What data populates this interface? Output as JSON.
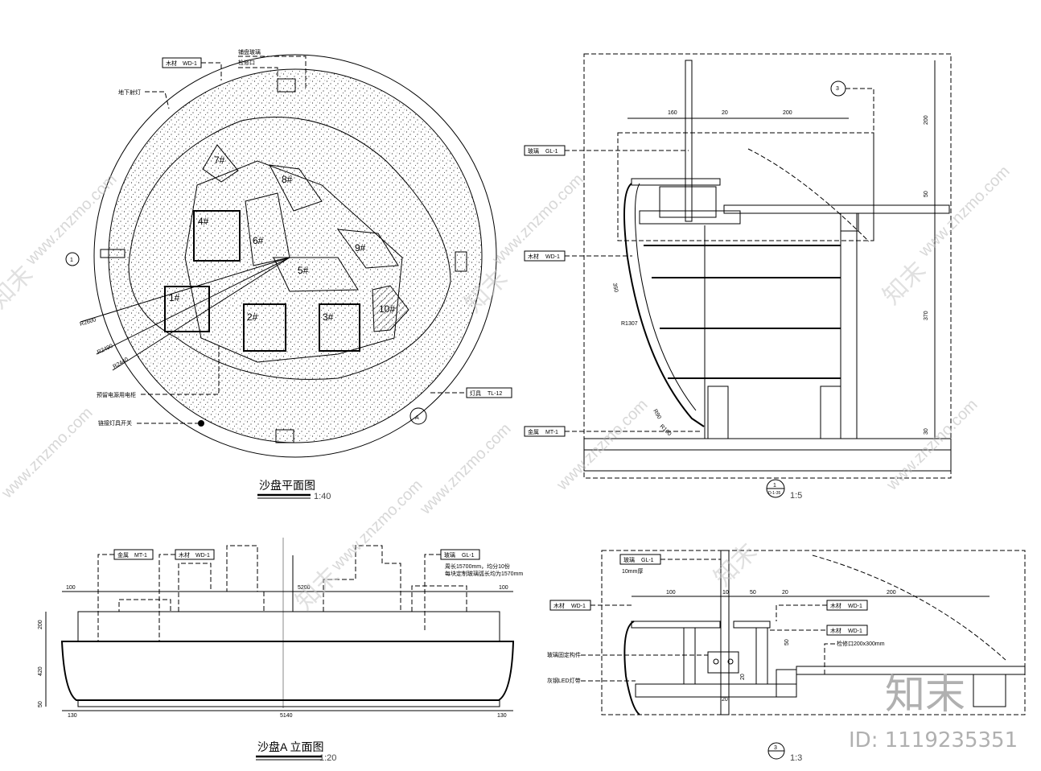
{
  "plan": {
    "title": "沙盘平面图",
    "scale": "1:40",
    "callouts": {
      "wood_left_a": "木材",
      "wood_left_b": "WD-1",
      "glass_top": "铺盘玻璃",
      "access_port": "检修口",
      "underground_light": "地下射灯",
      "reserved_power": "预留电源用电柜",
      "light_switch": "链接灯具开关",
      "lamp_a": "灯具",
      "lamp_b": "TL-12"
    },
    "radii": [
      "R2600",
      "R2490",
      "R2440"
    ],
    "section_mark": "1",
    "elevation_mark": "A",
    "blocks": [
      "1#",
      "2#",
      "3#",
      "4#",
      "5#",
      "6#",
      "7#",
      "8#",
      "9#",
      "10#"
    ]
  },
  "section1": {
    "scale": "1:5",
    "mark_num": "1",
    "mark_ref": "D-1-35",
    "detail_mark": "3",
    "labels": {
      "glass_a": "玻璃",
      "glass_b": "GL-1",
      "wood_a": "木材",
      "wood_b": "WD-1",
      "metal_a": "金属",
      "metal_b": "MT-1"
    },
    "dims_top": [
      "160",
      "20",
      "200"
    ],
    "dims_right": [
      "200",
      "50",
      "370",
      "30"
    ],
    "radius_labels": [
      "350",
      "R1307",
      "R90",
      "R100"
    ]
  },
  "elevation": {
    "title": "沙盘A 立面图",
    "scale": "1:20",
    "labels": {
      "metal_a": "金属",
      "metal_b": "MT-1",
      "wood_a": "木材",
      "wood_b": "WD-1",
      "glass_a": "玻璃",
      "glass_b": "GL-1"
    },
    "note_1": "周长15700mm，均分10份",
    "note_2": "每块定制玻璃弧长均为1570mm",
    "dims_top": [
      "100",
      "5200",
      "100"
    ],
    "dims_bottom": [
      "130",
      "5140",
      "130"
    ],
    "dims_left": [
      "200",
      "420",
      "50"
    ]
  },
  "detail3": {
    "scale": "1:3",
    "mark": "3",
    "labels": {
      "glass_a": "玻璃",
      "glass_b": "GL-1",
      "thickness": "10mm厚",
      "wood_a": "木材",
      "wood_b": "WD-1",
      "wood2_a": "木材",
      "wood2_b": "WD-1",
      "wood3_a": "木材",
      "wood3_b": "WD-1",
      "fixing": "玻璃固定构件",
      "led": "灰钢LED灯带",
      "access": "检修口200x300mm"
    },
    "dims_top": [
      "100",
      "10",
      "50",
      "20",
      "200"
    ],
    "dims_side": [
      "50",
      "20"
    ],
    "dim_bottom": "20"
  },
  "watermark": {
    "brand": "知末",
    "site": "www.znzmo.com",
    "id_text": "ID: 1119235351"
  }
}
